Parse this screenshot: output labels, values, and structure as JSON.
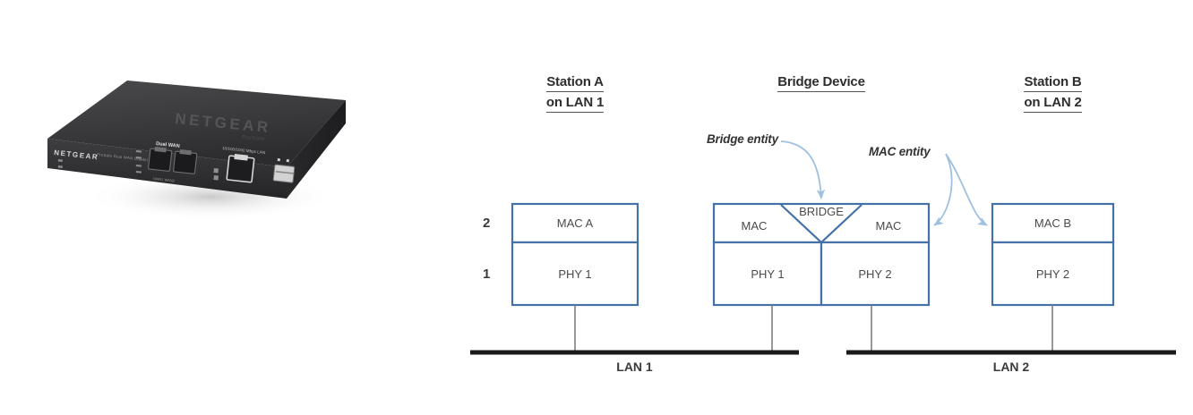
{
  "figure": {
    "headings": [
      {
        "id": "station-a",
        "line1": "Station A",
        "line2": "on LAN 1"
      },
      {
        "id": "bridge-device",
        "line1": "Bridge Device",
        "line2": ""
      },
      {
        "id": "station-b",
        "line1": "Station B",
        "line2": "on LAN 2"
      }
    ],
    "annotations": [
      {
        "id": "bridge-entity",
        "text": "Bridge entity"
      },
      {
        "id": "mac-entity",
        "text": "MAC entity"
      }
    ],
    "layer_numbers": [
      {
        "id": "layer-2",
        "text": "2"
      },
      {
        "id": "layer-1",
        "text": "1"
      }
    ],
    "stacks": [
      {
        "id": "station-a-stack",
        "cells": [
          {
            "id": "mac-a",
            "text": "MAC A"
          },
          {
            "id": "phy-1-a",
            "text": "PHY 1"
          }
        ]
      },
      {
        "id": "bridge-stack",
        "cells": [
          {
            "id": "bridge-mac-left",
            "text": "MAC"
          },
          {
            "id": "bridge-label",
            "text": "BRIDGE"
          },
          {
            "id": "bridge-mac-right",
            "text": "MAC"
          },
          {
            "id": "bridge-phy-1",
            "text": "PHY 1"
          },
          {
            "id": "bridge-phy-2",
            "text": "PHY 2"
          }
        ]
      },
      {
        "id": "station-b-stack",
        "cells": [
          {
            "id": "mac-b",
            "text": "MAC B"
          },
          {
            "id": "phy-2-b",
            "text": "PHY 2"
          }
        ]
      }
    ],
    "buses": [
      {
        "id": "lan-1",
        "text": "LAN 1"
      },
      {
        "id": "lan-2",
        "text": "LAN 2"
      }
    ],
    "device_photo": {
      "id": "netgear-device",
      "brand": "NETGEAR",
      "alt": "NETGEAR bridge appliance"
    },
    "colors": {
      "box_stroke": "#4472a8",
      "box_fill": "#ffffff",
      "arrow": "#9fc0e0",
      "drop_line": "#7f7f7f",
      "bus": "#1a1a1a",
      "text": "#3f3f3f"
    }
  }
}
